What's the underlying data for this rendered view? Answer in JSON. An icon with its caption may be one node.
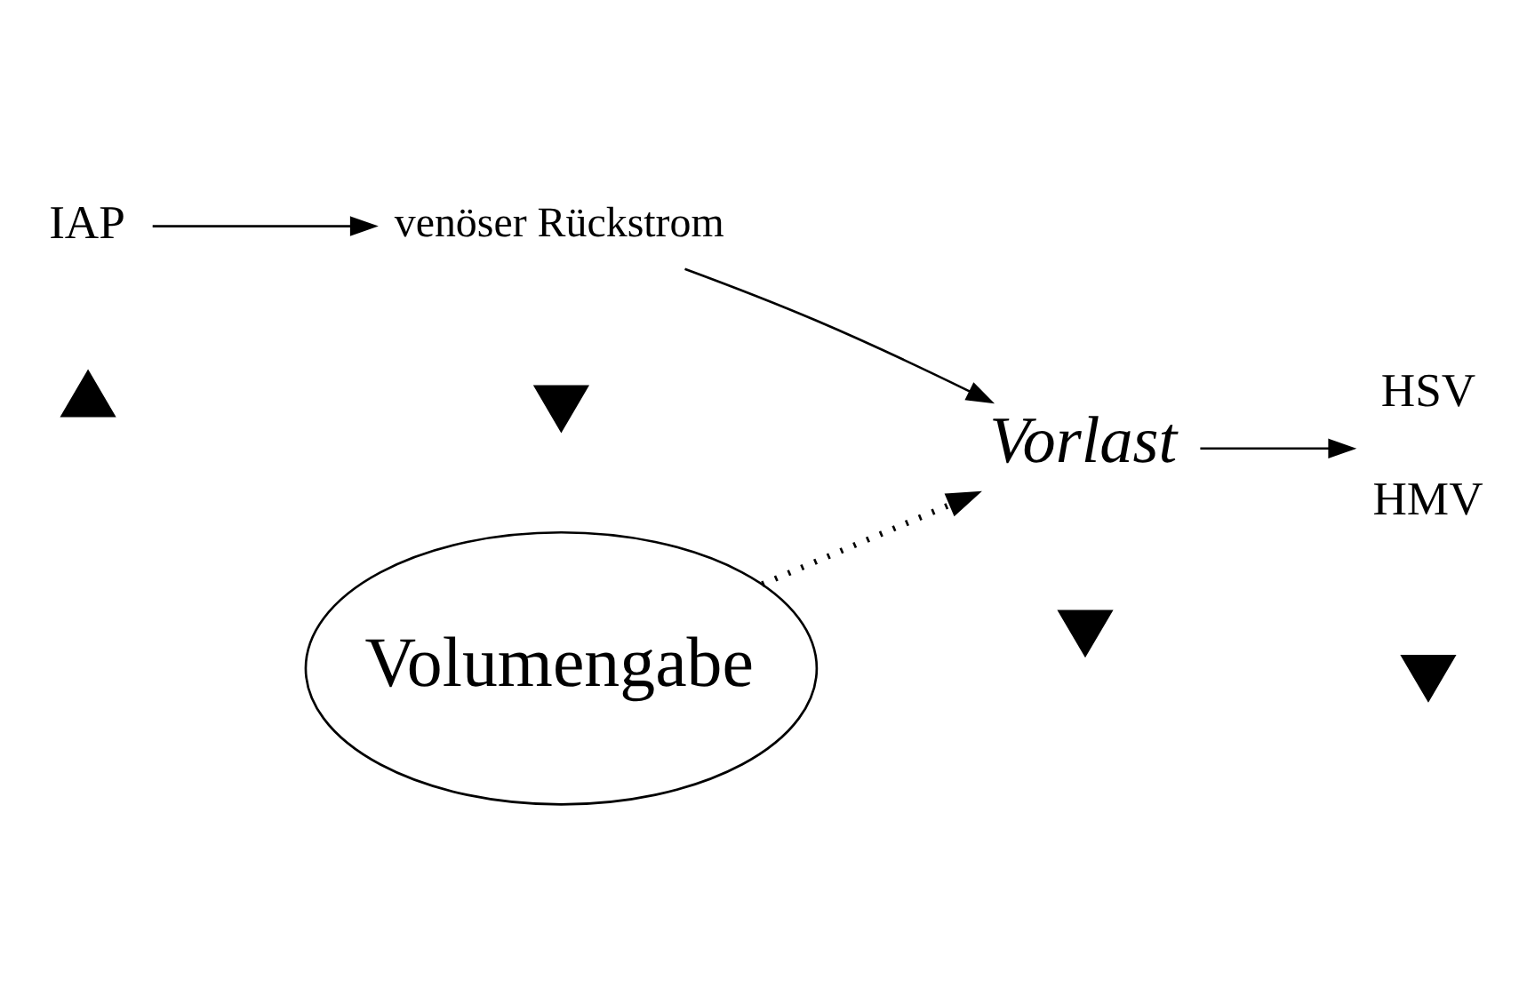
{
  "diagram": {
    "nodes": [
      {
        "text": [
          "IAP"
        ]
      },
      {
        "text": [],
        "shape": "arrow"
      },
      {
        "text": [
          "venöser Rückstrom"
        ]
      },
      {
        "text": [],
        "shape": "arrow"
      },
      {
        "text": [
          "Vorlast"
        ]
      },
      {
        "text": [],
        "shape": "arrow"
      },
      {
        "text": [
          "HSV",
          "HMV"
        ]
      },
      {
        "text": [],
        "shape": "arrow"
      },
      {
        "text": [
          "Volumengabe"
        ]
      }
    ],
    "edges": [
      {
        "from": 0,
        "to": 2,
        "arrow": "to"
      },
      {
        "from": 2,
        "to": 4,
        "arrow": "to"
      },
      {
        "from": 4,
        "to": 6,
        "arrow": "to"
      },
      {
        "from": 8,
        "to": 4,
        "arrow": "to",
        "style": "dashed"
      }
    ]
  }
}
